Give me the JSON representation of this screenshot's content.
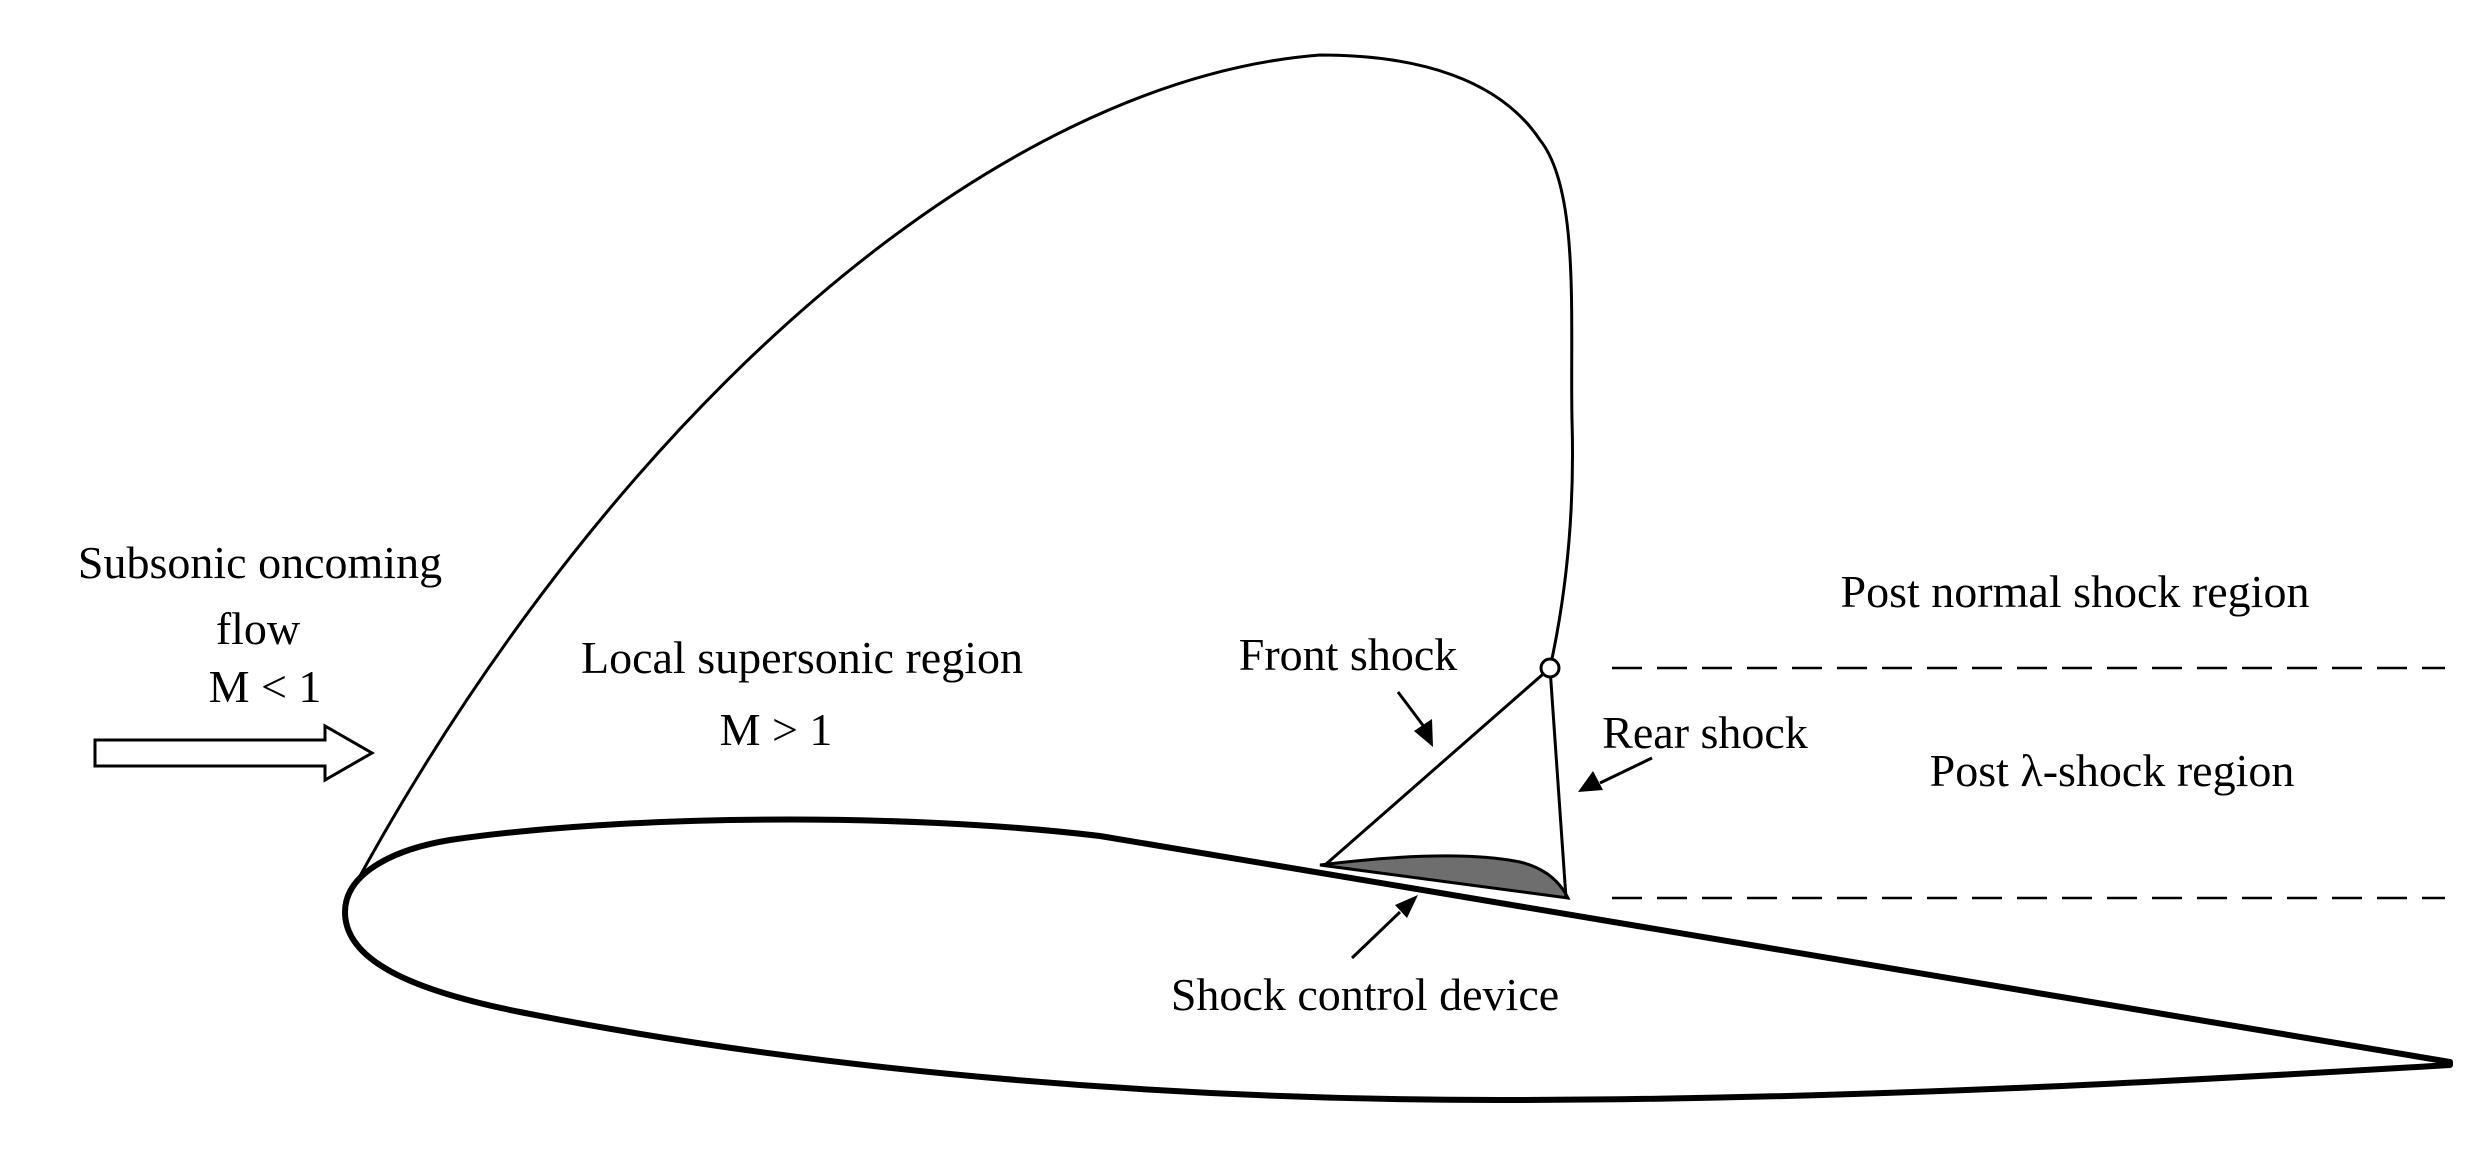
{
  "labels": {
    "oncoming_line1": "Subsonic oncoming",
    "oncoming_line2": "flow",
    "oncoming_mach": "M < 1",
    "supersonic_region": "Local supersonic region",
    "supersonic_mach": "M > 1",
    "front_shock": "Front shock",
    "rear_shock": "Rear shock",
    "post_normal": "Post normal shock region",
    "post_lambda": "Post λ-shock region",
    "shock_control": "Shock control device"
  },
  "colors": {
    "stroke": "#000000",
    "device_fill": "#6e6e6e",
    "background": "#ffffff"
  }
}
